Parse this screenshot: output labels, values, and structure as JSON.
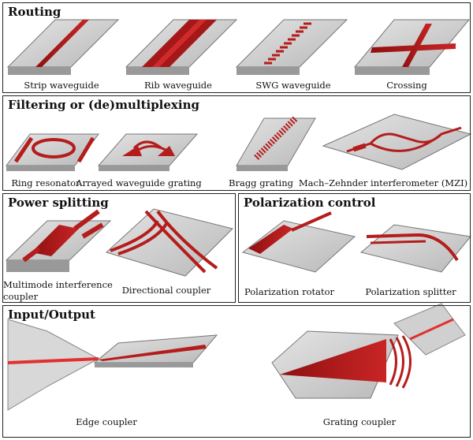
{
  "colors": {
    "waveguide": "#b51c1c",
    "substrate": "#c9c9c9",
    "border": "#222222"
  },
  "panels": {
    "routing": {
      "title": "Routing",
      "items": [
        "Strip waveguide",
        "Rib waveguide",
        "SWG waveguide",
        "Crossing"
      ]
    },
    "filtering": {
      "title": "Filtering or (de)multiplexing",
      "items": [
        "Ring resonator",
        "Arrayed waveguide grating",
        "Bragg grating",
        "Mach–Zehnder interferometer (MZI)"
      ]
    },
    "power": {
      "title": "Power splitting",
      "items": [
        "Multimode interference",
        "coupler",
        "Directional coupler"
      ]
    },
    "polarization": {
      "title": "Polarization control",
      "items": [
        "Polarization rotator",
        "Polarization splitter"
      ]
    },
    "io": {
      "title": "Input/Output",
      "items": [
        "Edge coupler",
        "Grating coupler"
      ]
    }
  }
}
